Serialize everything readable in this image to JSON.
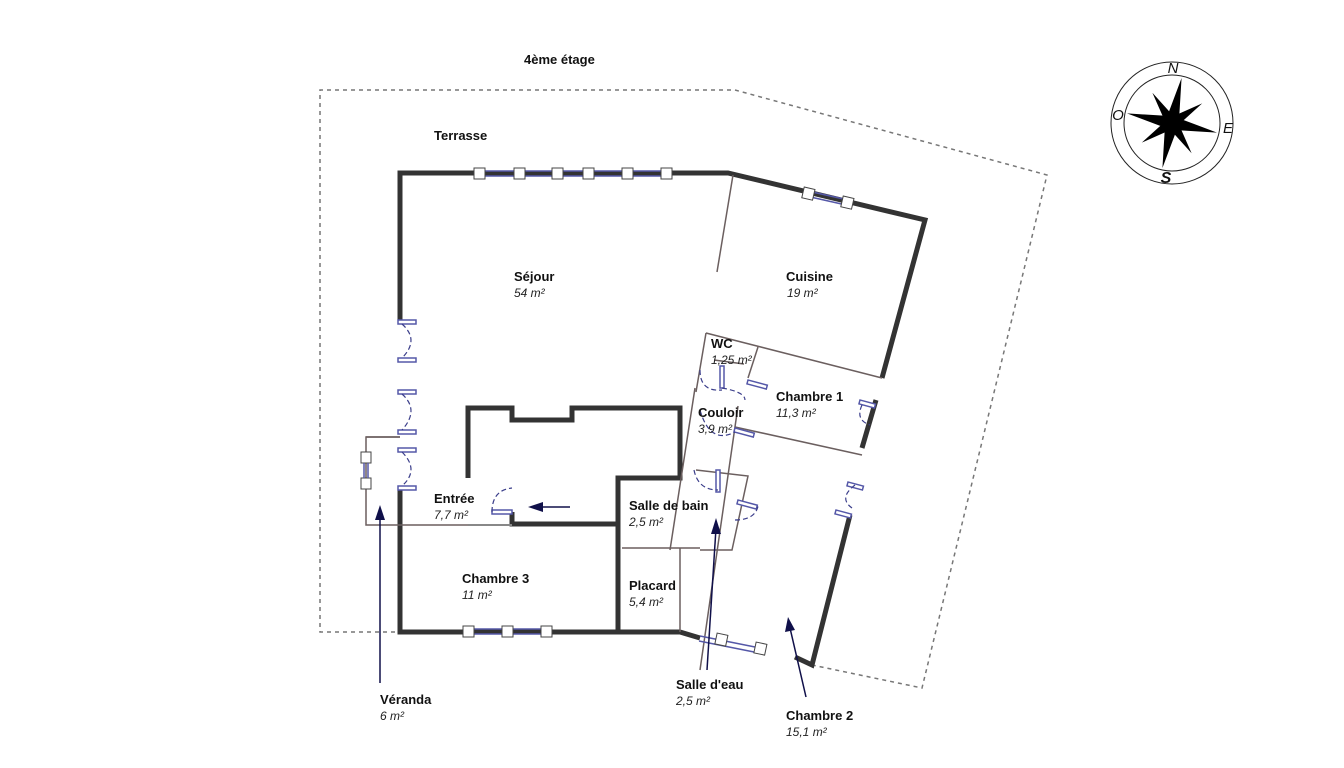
{
  "floor_title": "4ème étage",
  "compass": {
    "north": "N",
    "south": "S",
    "east": "E",
    "west": "O"
  },
  "rooms": {
    "terrasse": {
      "name": "Terrasse"
    },
    "sejour": {
      "name": "Séjour",
      "area": "54 m²"
    },
    "cuisine": {
      "name": "Cuisine",
      "area": "19 m²"
    },
    "wc": {
      "name": "WC",
      "area": "1,25 m²"
    },
    "chambre1": {
      "name": "Chambre 1",
      "area": "11,3 m²"
    },
    "couloir": {
      "name": "Couloir",
      "area": "3,9 m²"
    },
    "entree": {
      "name": "Entrée",
      "area": "7,7 m²"
    },
    "salle_de_bain": {
      "name": "Salle de bain",
      "area": "2,5 m²"
    },
    "chambre3": {
      "name": "Chambre 3",
      "area": "11 m²"
    },
    "placard": {
      "name": "Placard",
      "area": "5,4 m²"
    },
    "veranda": {
      "name": "Véranda",
      "area": "6 m²"
    },
    "salle_deau": {
      "name": "Salle d'eau",
      "area": "2,5 m²"
    },
    "chambre2": {
      "name": "Chambre 2",
      "area": "15,1 m²"
    }
  },
  "colors": {
    "wall": "#333333",
    "window": "#5558a8",
    "arrow": "#10104a"
  }
}
